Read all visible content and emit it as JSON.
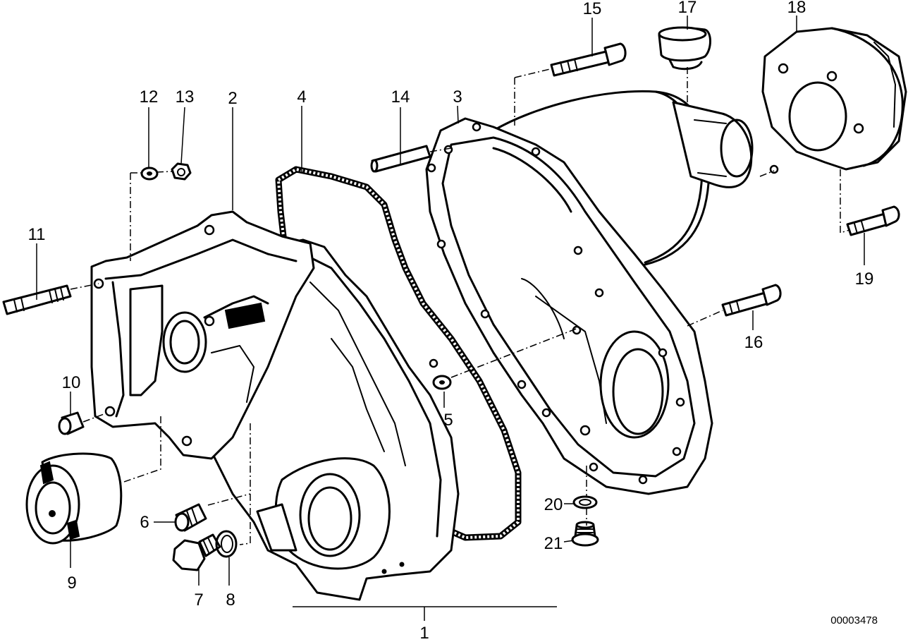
{
  "diagram": {
    "reference_number": "00003478",
    "callouts": {
      "c1": "1",
      "c2": "2",
      "c3": "3",
      "c4": "4",
      "c5": "5",
      "c6": "6",
      "c7": "7",
      "c8": "8",
      "c9": "9",
      "c10": "10",
      "c11": "11",
      "c12": "12",
      "c13": "13",
      "c14": "14",
      "c15": "15",
      "c16": "16",
      "c17": "17",
      "c18": "18",
      "c19": "19",
      "c20": "20",
      "c21": "21"
    }
  }
}
